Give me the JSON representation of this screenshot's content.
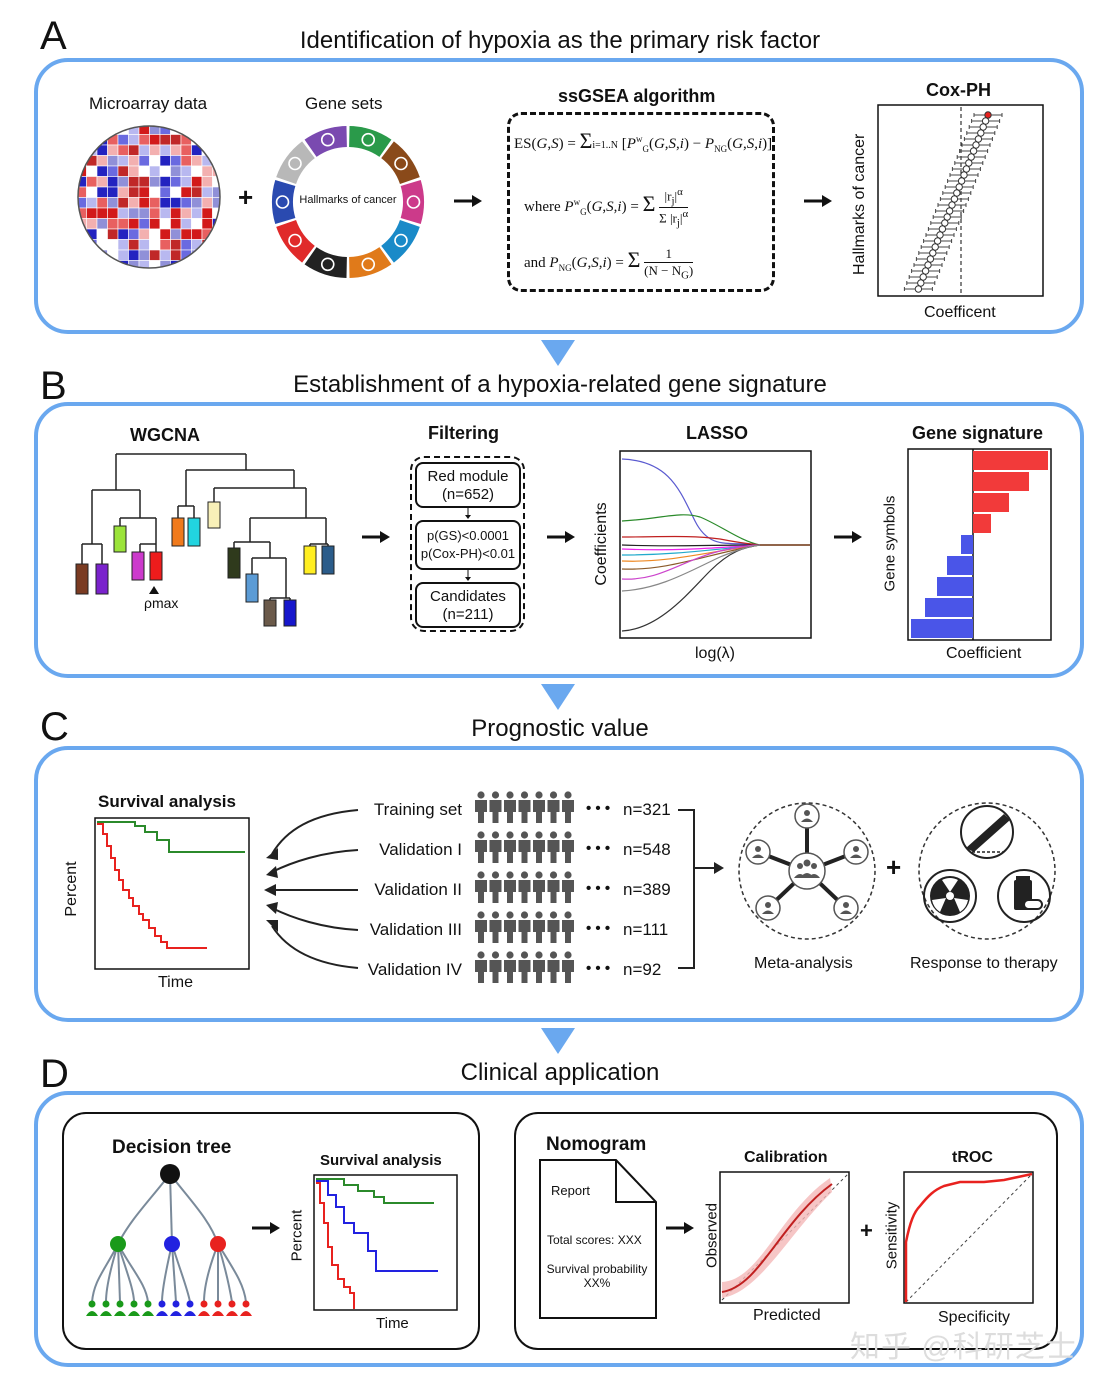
{
  "panels": {
    "a": {
      "letter": "A",
      "title": "Identification of hypoxia as the primary risk factor",
      "microarray_label": "Microarray data",
      "genesets_label": "Gene sets",
      "hallmarks_label": "Hallmarks of cancer",
      "plus": "+",
      "ssgsea_title": "ssGSEA algorithm",
      "formula_line1": "ES(G,S) = Σᵢ₌₁ᴺ [P_G^w(G,S,i) − P_NG(G,S,i)]",
      "formula_line2": "where P_G^w(G,S,i) = Σ_{rj∈G, j≤i} |rj|^α / Σ_{rj∈G} |rj|^α",
      "formula_line3": "and P_NG(G,S,i) = Σ_{rj∉G, j≤i} 1 / (N − N_G)",
      "cox_title": "Cox-PH",
      "cox_ylabel": "Hallmarks of cancer",
      "cox_xlabel": "Coefficent"
    },
    "b": {
      "letter": "B",
      "title": "Establishment of a hypoxia-related gene signature",
      "wgcna_title": "WGCNA",
      "rho_max": "ρmax",
      "filter_title": "Filtering",
      "filter_box1_line1": "Red module",
      "filter_box1_line2": "(n=652)",
      "filter_box2_line1": "p(GS)<0.0001",
      "filter_box2_line2": "p(Cox-PH)<0.01",
      "filter_box3_line1": "Candidates",
      "filter_box3_line2": "(n=211)",
      "lasso_title": "LASSO",
      "lasso_ylabel": "Coefficients",
      "lasso_xlabel": "log(λ)",
      "gs_title": "Gene signature",
      "gs_ylabel": "Gene symbols",
      "gs_xlabel": "Coefficient"
    },
    "c": {
      "letter": "C",
      "title": "Prognostic value",
      "survival_title": "Survival analysis",
      "survival_ylabel": "Percent",
      "survival_xlabel": "Time",
      "cohorts": [
        {
          "name": "Training set",
          "n": "n=321"
        },
        {
          "name": "Validation I",
          "n": "n=548"
        },
        {
          "name": "Validation II",
          "n": "n=389"
        },
        {
          "name": "Validation III",
          "n": "n=111"
        },
        {
          "name": "Validation IV",
          "n": "n=92"
        }
      ],
      "dots": "• • •",
      "plus": "+",
      "meta_label": "Meta-analysis",
      "response_label": "Response to therapy"
    },
    "d": {
      "letter": "D",
      "title": "Clinical application",
      "tree_title": "Decision tree",
      "survival_title": "Survival analysis",
      "survival_ylabel": "Percent",
      "survival_xlabel": "Time",
      "nomogram_title": "Nomogram",
      "report_label": "Report",
      "total_scores": "Total scores: XXX",
      "survival_prob_line1": "Survival probability",
      "survival_prob_line2": "XX%",
      "calibration_title": "Calibration",
      "calibration_ylabel": "Observed",
      "calibration_xlabel": "Predicted",
      "plus": "+",
      "troc_title": "tROC",
      "troc_ylabel": "Sensitivity",
      "troc_xlabel": "Specificity"
    }
  },
  "watermark": "知乎 @科研芝士",
  "colors": {
    "frame": "#6aa8ef",
    "red": "#e8221f",
    "green": "#2b8a2b",
    "blue": "#2222e0",
    "bar_red": "#f23a3a",
    "bar_blue": "#4a55e8"
  }
}
